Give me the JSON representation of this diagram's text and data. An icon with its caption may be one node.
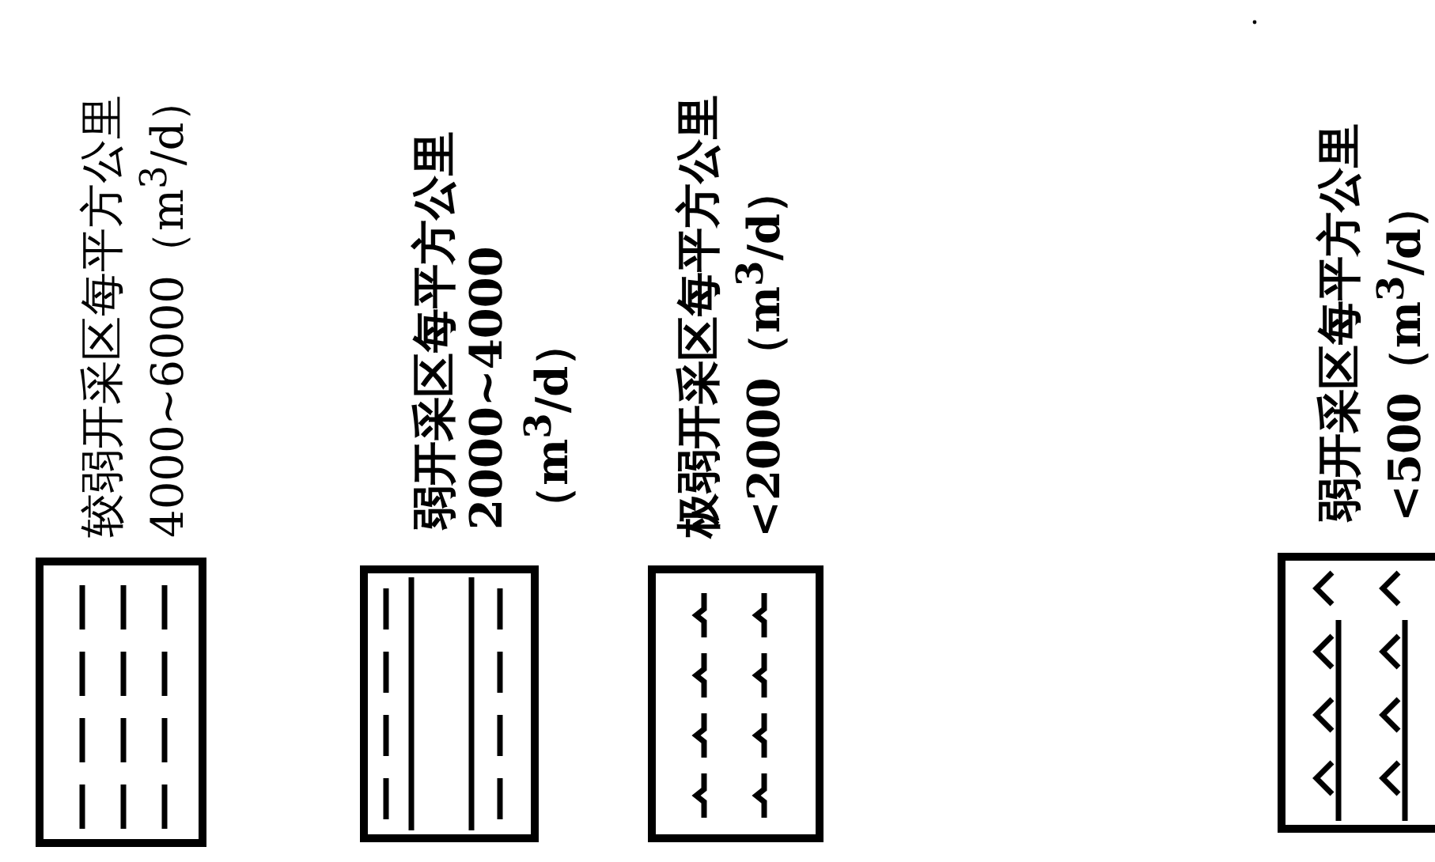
{
  "diagram": {
    "legend": [
      {
        "text": "较弱开采区每平方公里 4000~6000（m$^{3}$/d）"
      },
      {
        "text": "弱开采区每平方公里 2000~4000（m$^{3}$/d）"
      },
      {
        "text": "极弱开采区每平方公里 <2000（m$^{3}$/d）"
      },
      {
        "text": "弱开采区每平方公里 <500（m$^{3}$/d）"
      }
    ]
  }
}
